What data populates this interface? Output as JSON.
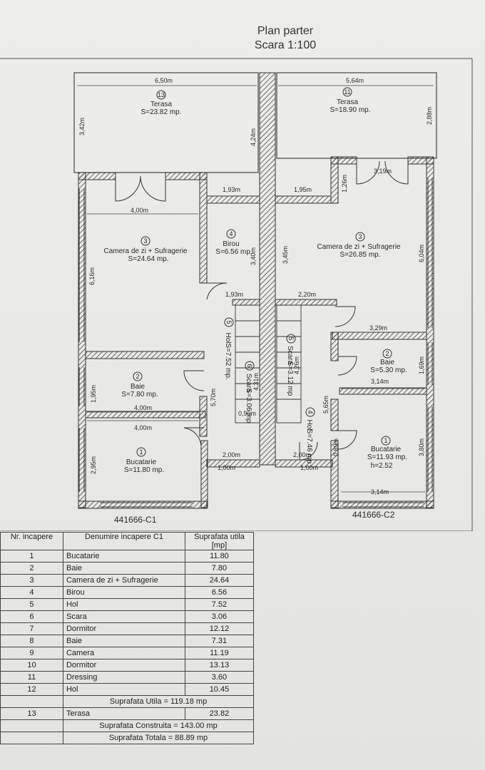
{
  "title": "Plan parter",
  "scale": "Scara 1:100",
  "plots": [
    "441666-C1",
    "441666-C2"
  ],
  "rooms_c1": [
    {
      "num": "13",
      "name": "Terasa",
      "area": "S=23.82 mp."
    },
    {
      "num": "3",
      "name": "Camera de zi + Sufragerie",
      "area": "S=24.64 mp."
    },
    {
      "num": "4",
      "name": "Birou",
      "area": "S=6.56 mp."
    },
    {
      "num": "5",
      "name": "Hol",
      "area": "S=7.52 mp."
    },
    {
      "num": "6",
      "name": "Scara",
      "area": "S=3.06 mp"
    },
    {
      "num": "2",
      "name": "Baie",
      "area": "S=7.80 mp."
    },
    {
      "num": "1",
      "name": "Bucatarie",
      "area": "S=11.80 mp."
    }
  ],
  "rooms_c2": [
    {
      "num": "11",
      "name": "Terasa",
      "area": "S=18.90 mp."
    },
    {
      "num": "3",
      "name": "Camera de zi + Sufragerie",
      "area": "S=26.85 mp."
    },
    {
      "num": "5",
      "name": "Scara",
      "area": "S=3.12 mp"
    },
    {
      "num": "2",
      "name": "Baie",
      "area": "S=5.30 mp."
    },
    {
      "num": "4",
      "name": "Hol",
      "area": "S=7.46 mp"
    },
    {
      "num": "1",
      "name": "Bucatarie",
      "area": "S=11.93 mp.",
      "extra": "h=2.52"
    }
  ],
  "dimensions": [
    "6,50m",
    "5,64m",
    "3,42m",
    "4,24m",
    "2,88m",
    "3,19m",
    "1,26m",
    "1,93m",
    "1,95m",
    "4,00m",
    "6,16m",
    "3,40m",
    "3,45m",
    "6,04m",
    "1,93m",
    "2,20m",
    "3,29m",
    "5,70m",
    "4,31m",
    "4,26m",
    "1,95m",
    "4,00m",
    "4,00m",
    "5,65m",
    "3,14m",
    "1,69m",
    "0,90m",
    "2,95m",
    "2,00m",
    "1,00m",
    "2,00m",
    "1,00m",
    "0,89m",
    "3,80m",
    "3,14m"
  ],
  "table": {
    "headers": {
      "nr": "Nr. incapere",
      "name": "Denumire incapere C1",
      "area": "Suprafata utila [mp]"
    },
    "rows": [
      {
        "nr": "1",
        "name": "Bucatarie",
        "area": "11.80"
      },
      {
        "nr": "2",
        "name": "Baie",
        "area": "7.80"
      },
      {
        "nr": "3",
        "name": "Camera de zi + Sufragerie",
        "area": "24.64"
      },
      {
        "nr": "4",
        "name": "Birou",
        "area": "6.56"
      },
      {
        "nr": "5",
        "name": "Hol",
        "area": "7.52"
      },
      {
        "nr": "6",
        "name": "Scara",
        "area": "3.06"
      },
      {
        "nr": "7",
        "name": "Dormitor",
        "area": "12.12"
      },
      {
        "nr": "8",
        "name": "Baie",
        "area": "7.31"
      },
      {
        "nr": "9",
        "name": "Camera",
        "area": "11.19"
      },
      {
        "nr": "10",
        "name": "Dormitor",
        "area": "13.13"
      },
      {
        "nr": "11",
        "name": "Dressing",
        "area": "3.60"
      },
      {
        "nr": "12",
        "name": "Hol",
        "area": "10.45"
      }
    ],
    "suprafata_utila": "Suprafata  Utila = 119.18 mp",
    "terasa_row": {
      "nr": "13",
      "name": "Terasa",
      "area": "23.82"
    },
    "suprafata_construita": "Suprafata  Construita = 143.00 mp",
    "suprafata_totala": "Suprafata  Totala = 88.89 mp"
  }
}
